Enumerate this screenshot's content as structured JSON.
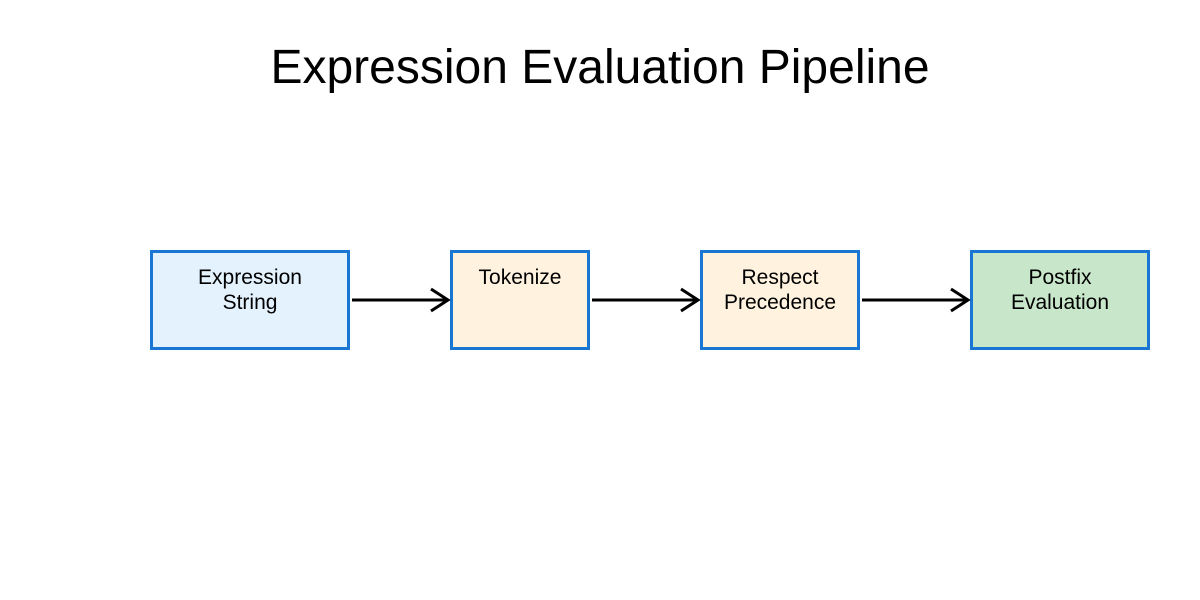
{
  "title": "Expression Evaluation Pipeline",
  "colors": {
    "node_border": "#1976D2",
    "arrow": "#000000",
    "text": "#000000",
    "background": "#FFFFFF"
  },
  "nodes": [
    {
      "id": "expression-string",
      "label": "Expression\nString",
      "fill": "#E3F2FD"
    },
    {
      "id": "tokenize",
      "label": "Tokenize",
      "fill": "#FFF3E0"
    },
    {
      "id": "respect-precedence",
      "label": "Respect\nPrecedence",
      "fill": "#FFF3E0"
    },
    {
      "id": "postfix-evaluation",
      "label": "Postfix\nEvaluation",
      "fill": "#C8E6C9"
    }
  ],
  "connections": [
    {
      "from": "Expression String",
      "to": "Tokenize"
    },
    {
      "from": "Tokenize",
      "to": "Respect Precedence"
    },
    {
      "from": "Respect Precedence",
      "to": "Postfix Evaluation"
    }
  ]
}
